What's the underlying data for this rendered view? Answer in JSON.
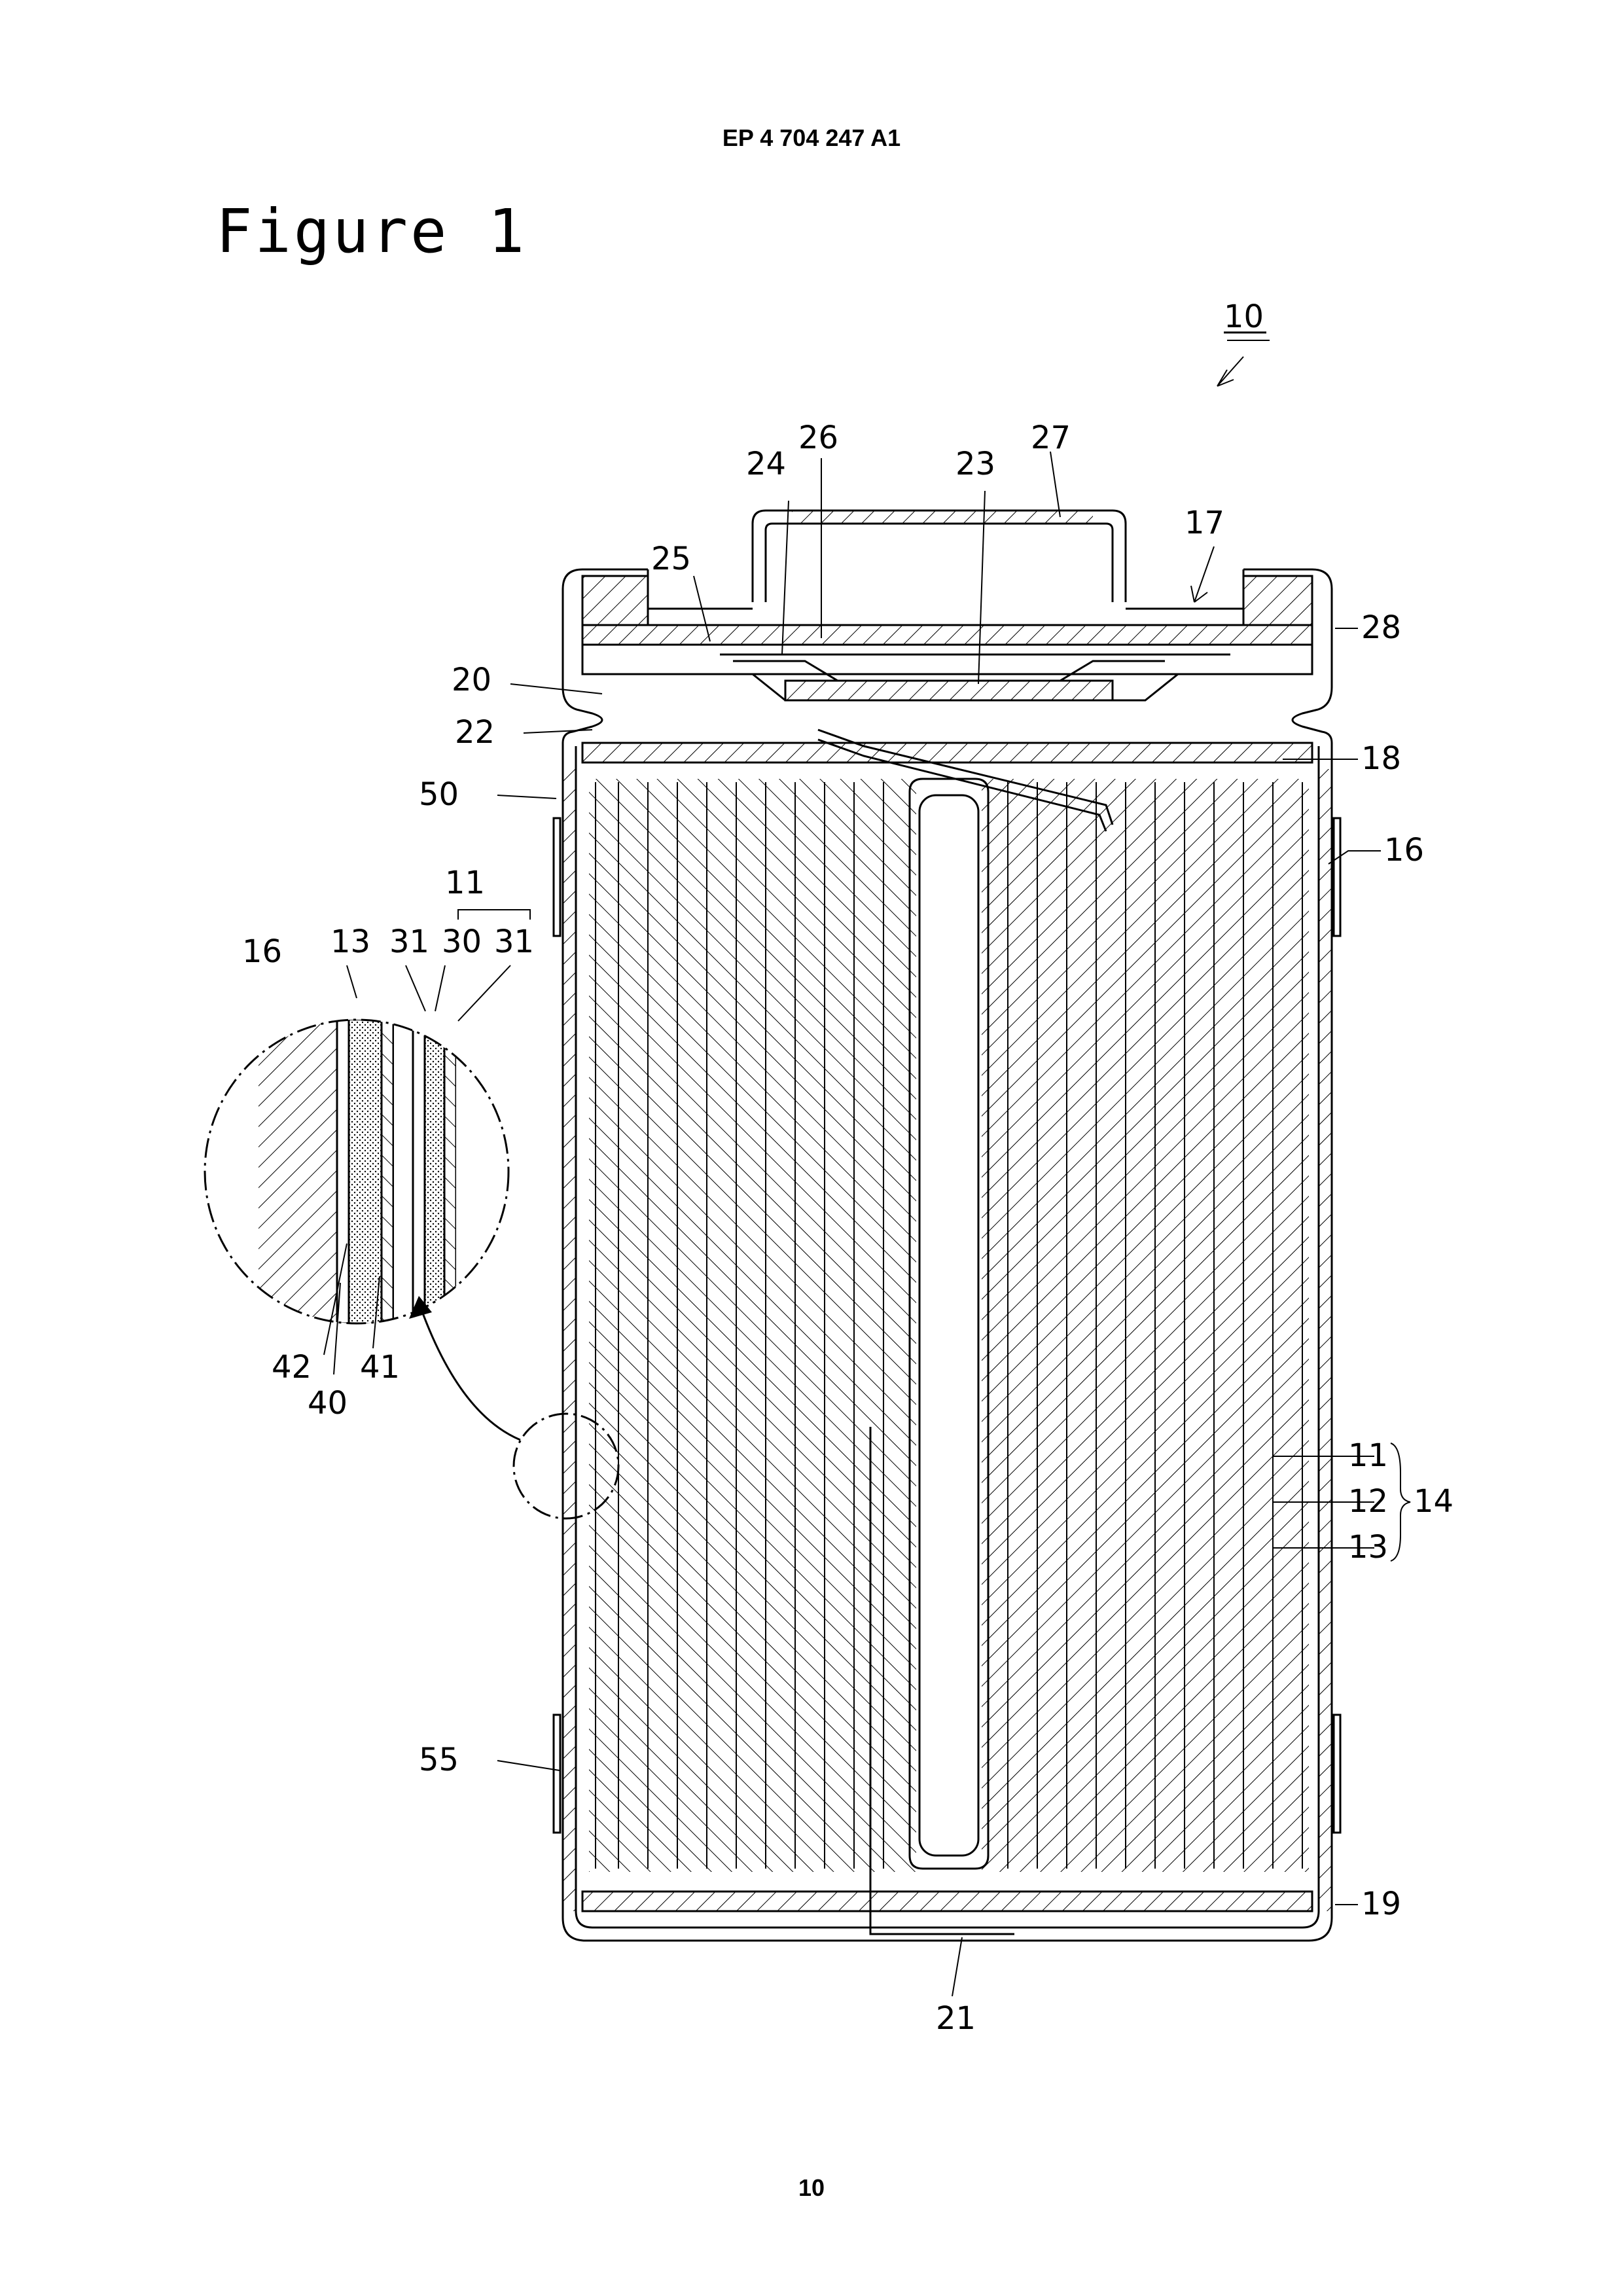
{
  "header": {
    "patent_number": "EP 4 704 247 A1"
  },
  "figure": {
    "title": "Figure 1"
  },
  "labels": {
    "l10": "10",
    "l26": "26",
    "l27": "27",
    "l24": "24",
    "l23": "23",
    "l17": "17",
    "l25": "25",
    "l28": "28",
    "l20": "20",
    "l22": "22",
    "l18": "18",
    "l50": "50",
    "l16": "16",
    "l11": "11",
    "l13": "13",
    "l31a": "31",
    "l30": "30",
    "l31b": "31",
    "l16b": "16",
    "l42": "42",
    "l40": "40",
    "l41": "41",
    "l11b": "11",
    "l12": "12",
    "l14": "14",
    "l13b": "13",
    "l55": "55",
    "l19": "19",
    "l21": "21"
  },
  "footer": {
    "page_number": "10"
  }
}
